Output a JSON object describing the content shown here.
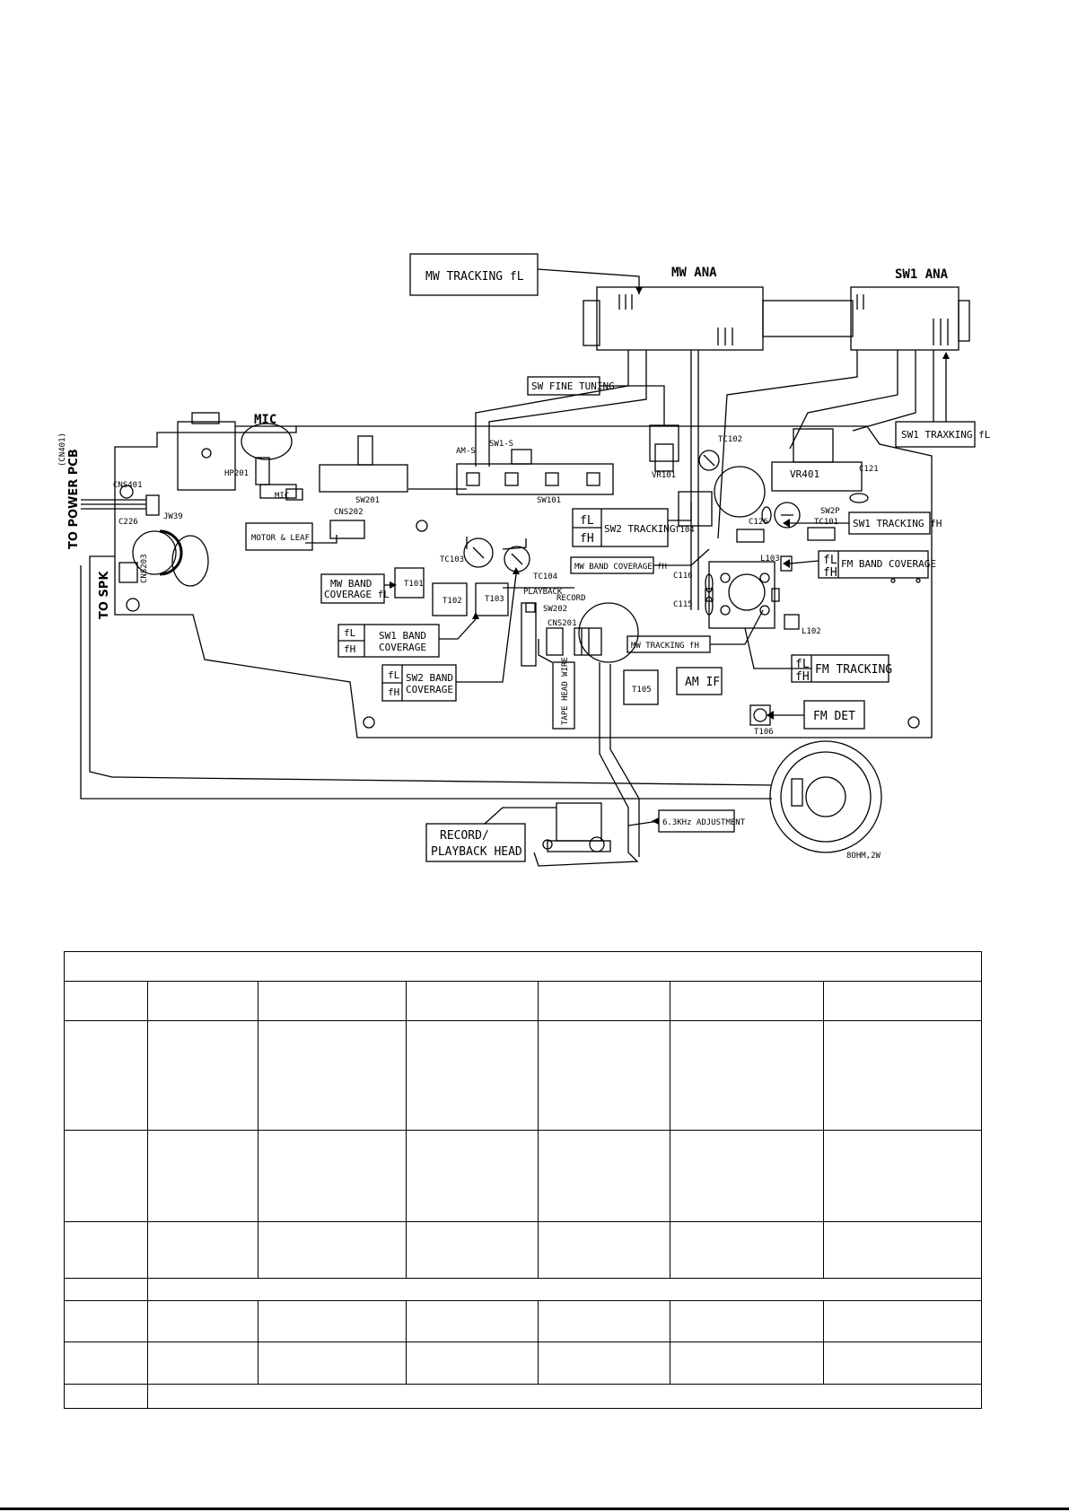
{
  "components": {
    "mw_tracking_fl": "MW TRACKING fL",
    "mw_ana": "MW ANA",
    "sw1_ana": "SW1 ANA",
    "sw_fine_tuning": "SW FINE TUNING",
    "sw1_traxking_fl": "SW1 TRAXKING fL",
    "mic": "MIC",
    "mic_small": "MIC",
    "to_power_pcb": "TO POWER PCB",
    "cn401": "(CN401)",
    "to_spk": "TO SPK",
    "hp201": "HP201",
    "cns401": "CNS401",
    "jw39": "JW39",
    "c226": "C226",
    "cns203": "CNS203",
    "sw201": "SW201",
    "motor_leaf": "MOTOR & LEAF",
    "cns202": "CNS202",
    "am_s": "AM-S",
    "sw1_s": "SW1-S",
    "sw101": "SW101",
    "vr101": "VR101",
    "tc102": "TC102",
    "vr401": "VR401",
    "c121": "C121",
    "sw2p": "SW2P",
    "c126": "C126",
    "tc101": "TC101",
    "sw1_tracking_fh": "SW1 TRACKING fH",
    "fl": "fL",
    "fh": "fH",
    "sw2_tracking": "SW2 TRACKING",
    "t104": "T104",
    "tc103": "TC103",
    "tc104": "TC104",
    "mw_band_cov_fh": "MW BAND COVERAGE fH",
    "l103": "L103",
    "fm_band_coverage": "FM BAND COVERAGE",
    "mw_band": "MW BAND",
    "coverage_fl": "COVERAGE fL",
    "t101": "T101",
    "t102": "T102",
    "t103": "T103",
    "playback": "PLAYBACK",
    "record": "RECORD",
    "sw202": "SW202",
    "c116": "C116",
    "c115": "C115",
    "sw1_band": "SW1 BAND",
    "coverage": "COVERAGE",
    "cns201": "CNS201",
    "mw_tracking_fh": "MW TRACKING fH",
    "l102": "L102",
    "fm_tracking": "FM TRACKING",
    "sw2_band": "SW2 BAND",
    "am_if": "AM IF",
    "t105": "T105",
    "tape_head_wire": "TAPE HEAD WIRE",
    "fm_det": "FM DET",
    "t106": "T106",
    "adjust_63khz": "6.3KHz ADJUSTMENT",
    "record_pb_1": "RECORD/",
    "record_pb_2": "PLAYBACK HEAD",
    "speaker_rating": "8OHM,2W"
  }
}
